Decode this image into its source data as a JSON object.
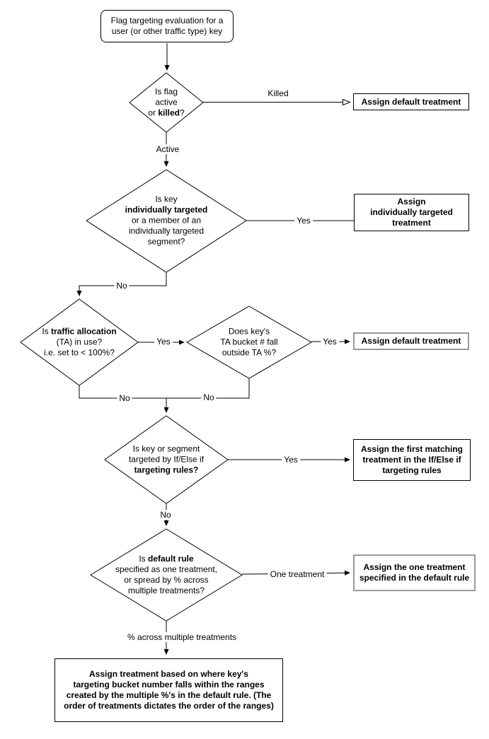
{
  "diagram": {
    "title": "Flag targeting evaluation flowchart",
    "colors": {
      "stroke": "#000000",
      "node_fill": "#ffffff",
      "muted_border": "#9a9a9a"
    },
    "nodes": {
      "start": {
        "lines": [
          [
            {
              "t": "Flag targeting evaluation for a"
            }
          ],
          [
            {
              "t": "user (or other traffic type) key"
            }
          ]
        ]
      },
      "d_flag_active": {
        "lines": [
          [
            {
              "t": "Is flag"
            }
          ],
          [
            {
              "t": "active"
            }
          ],
          [
            {
              "t": "or "
            },
            {
              "t": "killed",
              "b": true
            },
            {
              "t": "?"
            }
          ]
        ]
      },
      "d_individually_targeted": {
        "lines": [
          [
            {
              "t": "Is key"
            }
          ],
          [
            {
              "t": "individually targeted",
              "b": true
            }
          ],
          [
            {
              "t": "or a member of an"
            }
          ],
          [
            {
              "t": "individually targeted"
            }
          ],
          [
            {
              "t": "segment?"
            }
          ]
        ]
      },
      "d_traffic_allocation": {
        "lines": [
          [
            {
              "t": "Is "
            },
            {
              "t": "traffic allocation",
              "b": true
            }
          ],
          [
            {
              "t": "(TA) in use?"
            }
          ],
          [
            {
              "t": "i.e. set to < 100%?"
            }
          ]
        ]
      },
      "d_ta_bucket": {
        "lines": [
          [
            {
              "t": "Does key's"
            }
          ],
          [
            {
              "t": "TA bucket # fall"
            }
          ],
          [
            {
              "t": "outside TA %?"
            }
          ]
        ]
      },
      "d_targeting_rules": {
        "lines": [
          [
            {
              "t": "Is key or segment"
            }
          ],
          [
            {
              "t": "targeted by If/Else if"
            }
          ],
          [
            {
              "t": "targeting rules?",
              "b": true
            }
          ]
        ]
      },
      "d_default_rule": {
        "lines": [
          [
            {
              "t": "Is "
            },
            {
              "t": "default rule",
              "b": true
            }
          ],
          [
            {
              "t": "specified as one treatment,"
            }
          ],
          [
            {
              "t": "or spread by % across"
            }
          ],
          [
            {
              "t": "multiple treatments?"
            }
          ]
        ]
      },
      "r_default_treatment_killed": {
        "lines": [
          [
            {
              "t": "Assign default treatment"
            }
          ]
        ]
      },
      "r_individually_targeted": {
        "lines": [
          [
            {
              "t": "Assign"
            }
          ],
          [
            {
              "t": "individually targeted"
            }
          ],
          [
            {
              "t": "treatment"
            }
          ]
        ]
      },
      "r_default_treatment_ta": {
        "lines": [
          [
            {
              "t": "Assign default treatment"
            }
          ]
        ]
      },
      "r_first_matching": {
        "lines": [
          [
            {
              "t": "Assign the first matching"
            }
          ],
          [
            {
              "t": "treatment in the If/Else if"
            }
          ],
          [
            {
              "t": "targeting rules"
            }
          ]
        ]
      },
      "r_one_treatment": {
        "lines": [
          [
            {
              "t": "Assign the one treatment"
            }
          ],
          [
            {
              "t": "specified in the default rule"
            }
          ]
        ]
      },
      "r_ranges": {
        "lines": [
          [
            {
              "t": "Assign treatment based on where key's"
            }
          ],
          [
            {
              "t": "targeting bucket number falls within the ranges"
            }
          ],
          [
            {
              "t": "created by the multiple %'s in the default rule. (The"
            }
          ],
          [
            {
              "t": "order of treatments dictates the order of the ranges)"
            }
          ]
        ]
      }
    },
    "edge_labels": {
      "killed": "Killed",
      "active": "Active",
      "yes_individual": "Yes",
      "no_individual": "No",
      "yes_ta": "Yes",
      "yes_bucket": "Yes",
      "no_ta": "No",
      "no_bucket": "No",
      "yes_rules": "Yes",
      "no_rules": "No",
      "one_treatment": "One treatment",
      "pct_across": "% across multiple treatments"
    }
  }
}
